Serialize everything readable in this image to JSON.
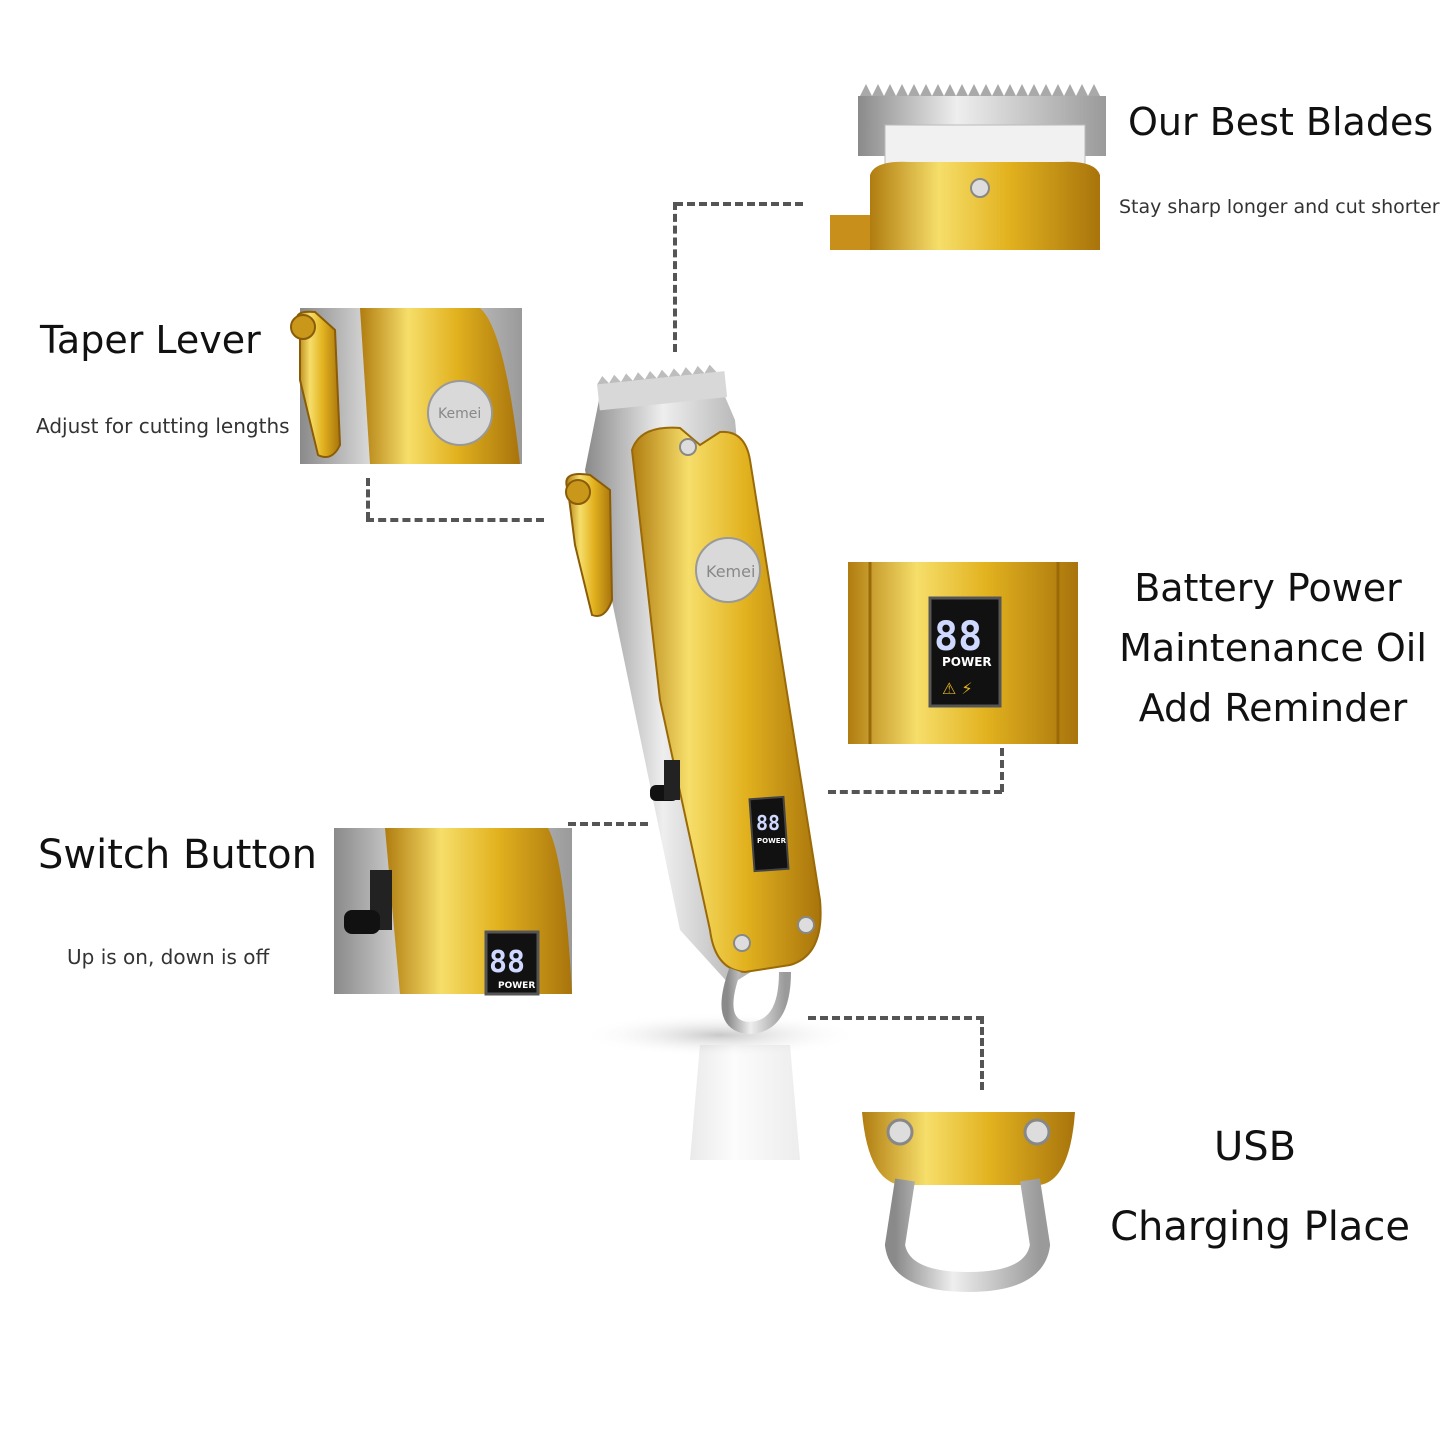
{
  "features": {
    "blades": {
      "title": "Our Best Blades",
      "subtitle": "Stay sharp longer and cut shorter"
    },
    "taper": {
      "title": "Taper Lever",
      "subtitle": "Adjust for cutting lengths"
    },
    "battery": {
      "line1": "Battery Power",
      "line2": "Maintenance Oil",
      "line3": "Add Reminder"
    },
    "switch": {
      "title": "Switch Button",
      "subtitle": "Up is on, down is off"
    },
    "usb": {
      "line1": "USB",
      "line2": "Charging Place"
    }
  },
  "product": {
    "brand": "Kemei",
    "display_digits": "88",
    "display_label": "POWER"
  },
  "colors": {
    "gold": "#e2b21f",
    "gold_light": "#f6de6a",
    "gold_dark": "#b07c10",
    "silver": "#c9c9c9",
    "silver_dark": "#8a8a8a",
    "dash": "#555555"
  }
}
